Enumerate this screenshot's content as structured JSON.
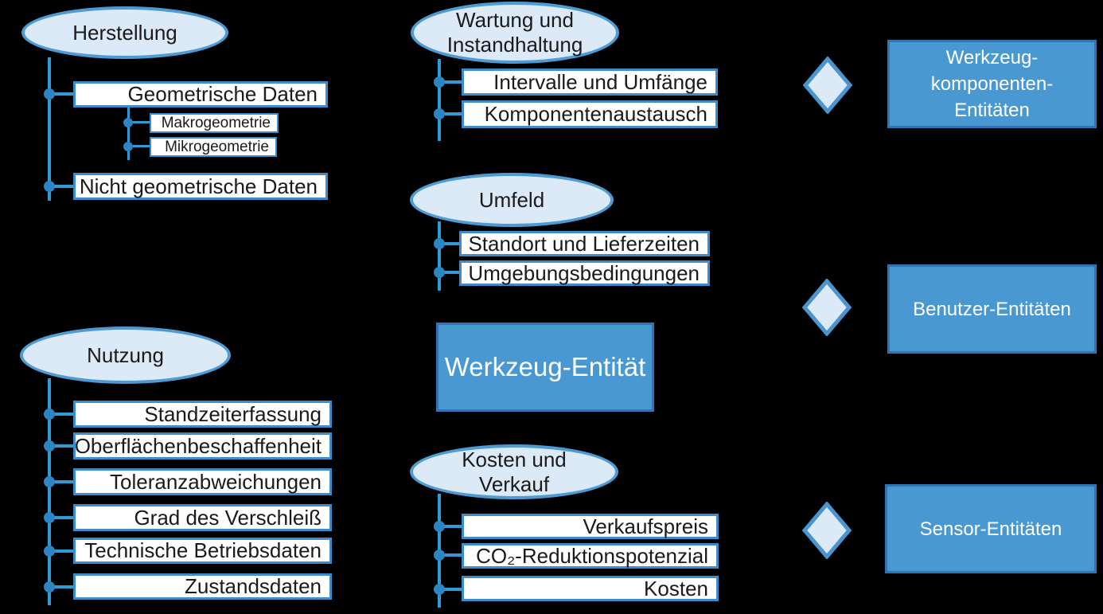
{
  "colors": {
    "background": "#000000",
    "connector_line": "#2E9BD5",
    "branch_dot": "#2C86C4",
    "ellipse_fill": "#DCE9F6",
    "ellipse_border": "#4D9BD4",
    "rect_fill": "#FFFFFF",
    "rect_border": "#3E8BCB",
    "entity_fill": "#4A98D2",
    "entity_border": "#2E75B6",
    "diamond_fill": "#DCE9F6",
    "diamond_border": "#4A94CF",
    "text_dark": "#1A1A1A",
    "text_light": "#FFFFFF"
  },
  "center": {
    "label": "Werkzeug-Entität"
  },
  "groups": {
    "herstellung": {
      "title": "Herstellung",
      "items": [
        {
          "label": "Geometrische Daten",
          "children": [
            {
              "label": "Makrogeometrie"
            },
            {
              "label": "Mikrogeometrie"
            }
          ]
        },
        {
          "label": "Nicht geometrische Daten"
        }
      ]
    },
    "wartung": {
      "title_lines": [
        "Wartung und",
        "Instandhaltung"
      ],
      "items": [
        {
          "label": "Intervalle und Umfänge"
        },
        {
          "label": "Komponentenaustausch"
        }
      ]
    },
    "umfeld": {
      "title": "Umfeld",
      "items": [
        {
          "label": "Standort und Lieferzeiten"
        },
        {
          "label": "Umgebungsbedingungen"
        }
      ]
    },
    "nutzung": {
      "title": "Nutzung",
      "items": [
        {
          "label": "Standzeiterfassung"
        },
        {
          "label": "Oberflächenbeschaffenheit"
        },
        {
          "label": "Toleranzabweichungen"
        },
        {
          "label": "Grad des Verschleiß"
        },
        {
          "label": "Technische Betriebsdaten"
        },
        {
          "label": "Zustandsdaten"
        }
      ]
    },
    "kosten": {
      "title_lines": [
        "Kosten und",
        "Verkauf"
      ],
      "items": [
        {
          "label": "Verkaufspreis"
        },
        {
          "label": "CO₂-Reduktionspotenzial"
        },
        {
          "label": "Kosten"
        }
      ]
    }
  },
  "entities": [
    {
      "lines": [
        "Werkzeug-",
        "komponenten-",
        "Entitäten"
      ]
    },
    {
      "lines": [
        "Benutzer-Entitäten"
      ]
    },
    {
      "lines": [
        "Sensor-Entitäten"
      ]
    }
  ]
}
